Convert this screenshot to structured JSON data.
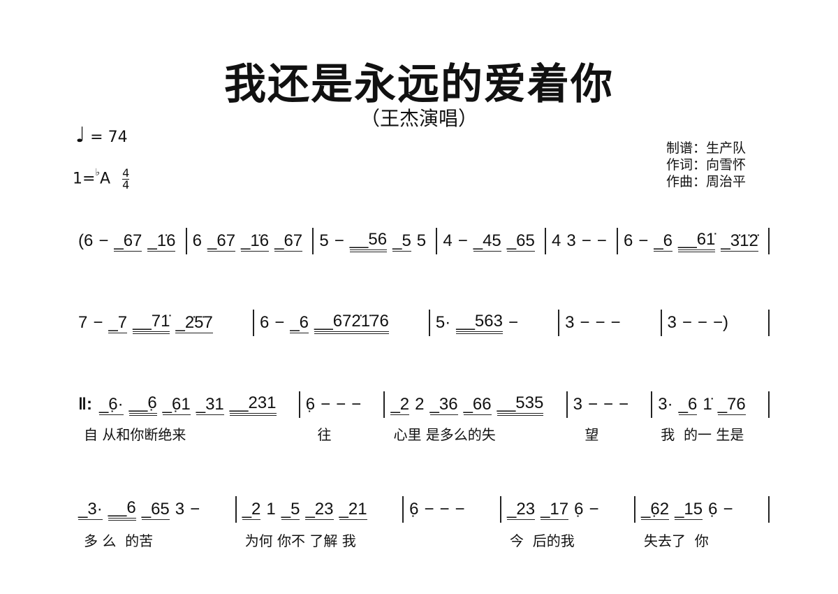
{
  "title": "我还是永远的爱着你",
  "subtitle": "（王杰演唱）",
  "tempo": {
    "note": "♩",
    "text": "= 74"
  },
  "key": {
    "prefix": "1=",
    "flat": "♭",
    "note": "A",
    "ts_top": "4",
    "ts_bottom": "4"
  },
  "credits": [
    "制谱：生产队",
    "作词：向雪怀",
    "作曲：周治平"
  ],
  "repeat_sign": "‖:",
  "lines": [
    [
      [
        "(6",
        "−",
        "_67",
        "_1̇6"
      ],
      [
        "6",
        "_67",
        "_1̇6",
        "_67"
      ],
      [
        "5",
        "−",
        "__56",
        "_5",
        "5"
      ],
      [
        "4",
        "−",
        "_45",
        "_65"
      ],
      [
        "4",
        "3",
        "−",
        "−"
      ],
      [
        "6",
        "−",
        "_6",
        "__61̇",
        "_3̇1̇2̇"
      ]
    ],
    [
      [
        "7",
        "−",
        "_7",
        "__71̇",
        "_2̇5̇7"
      ],
      [
        "6",
        "−",
        "_6",
        "__672̇1̇76"
      ],
      [
        "5·",
        "__563",
        "−"
      ],
      [
        "3",
        "−",
        "−",
        "−"
      ],
      [
        "3",
        "−",
        "−",
        "−)"
      ]
    ],
    [
      [
        "_6̣·",
        "__6̣",
        "_6̣1",
        "_31",
        "__231"
      ],
      [
        "6̣",
        "−",
        "−",
        "−"
      ],
      [
        "_2",
        "2",
        "_36",
        "_66",
        "__535"
      ],
      [
        "3",
        "−",
        "−",
        "−"
      ],
      [
        "3·",
        "_6",
        "1̇",
        "_76"
      ]
    ],
    [
      [
        "_3·",
        "__6",
        "_65",
        "3",
        "−"
      ],
      [
        "_2",
        "1",
        "_5",
        "_23",
        "_21"
      ],
      [
        "6̣",
        "−",
        "−",
        "−"
      ],
      [
        "_23",
        "_17",
        "6̣",
        "−"
      ],
      [
        "_6̣2",
        "_15",
        "6̣",
        "−"
      ]
    ]
  ],
  "lyrics": {
    "line3": [
      "自 从和你断绝来",
      "  往",
      "心里 是多么的失",
      "  望",
      "我  的一 生是"
    ],
    "line4": [
      "多 么  的苦",
      "为何 你不 了解 我",
      "",
      "今  后的我",
      "失去了  你"
    ]
  }
}
